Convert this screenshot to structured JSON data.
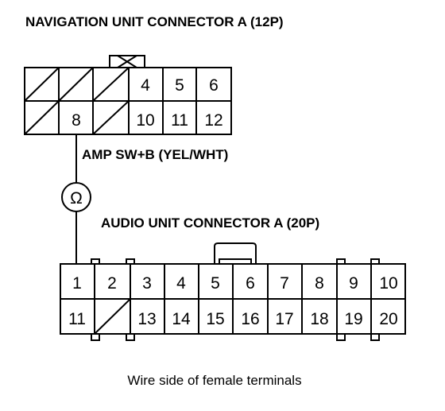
{
  "nav_connector": {
    "title": "NAVIGATION UNIT CONNECTOR A (12P)",
    "row1": [
      "",
      "",
      "",
      "4",
      "5",
      "6"
    ],
    "row2": [
      "",
      "8",
      "",
      "10",
      "11",
      "12"
    ]
  },
  "wire": {
    "label": "AMP SW+B (YEL/WHT)",
    "meter_symbol": "Ω",
    "meter_icon": "ohmmeter-icon"
  },
  "audio_connector": {
    "title": "AUDIO UNIT CONNECTOR A (20P)",
    "row1": [
      "1",
      "2",
      "3",
      "4",
      "5",
      "6",
      "7",
      "8",
      "9",
      "10"
    ],
    "row2": [
      "11",
      "",
      "13",
      "14",
      "15",
      "16",
      "17",
      "18",
      "19",
      "20"
    ]
  },
  "caption": "Wire side of female terminals"
}
